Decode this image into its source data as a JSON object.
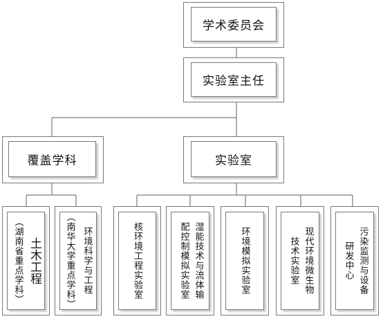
{
  "committee": "学术委员会",
  "director": "实验室主任",
  "branches": {
    "discipline": "覆盖学科",
    "lab": "实验室"
  },
  "disciplines": [
    {
      "name": "土木工程",
      "note": "（湖南省重点学科）"
    },
    {
      "name": "环境科学与工程",
      "note": "（南华大学重点学科）"
    }
  ],
  "labs": [
    {
      "lines": [
        "核环境工程实验室"
      ]
    },
    {
      "lines": [
        "湿能技术与流体输",
        "配控制模拟实验室"
      ]
    },
    {
      "lines": [
        "环境模拟实验室"
      ]
    },
    {
      "lines": [
        "现代环境微生物",
        "技术实验室"
      ]
    },
    {
      "lines": [
        "污染监测与设备",
        "研发中心"
      ]
    }
  ]
}
